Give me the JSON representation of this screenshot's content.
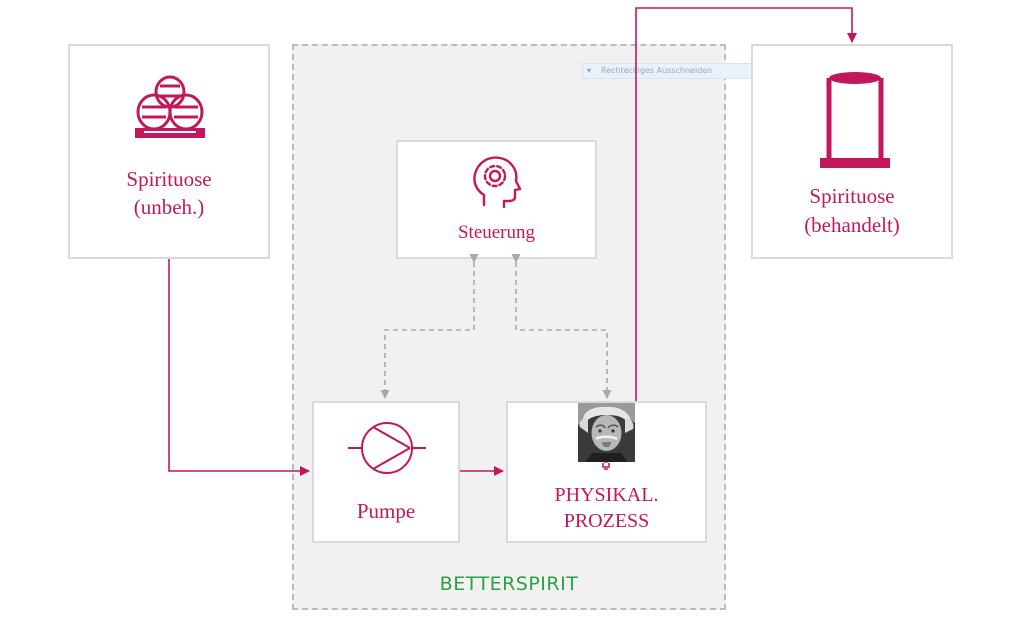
{
  "nodes": {
    "spirit_untreated": {
      "line1": "Spirituose",
      "line2": "(unbeh.)",
      "icon": "barrels-icon"
    },
    "control": {
      "label": "Steuerung",
      "icon": "brain-gear-icon"
    },
    "spirit_treated": {
      "line1": "Spirituose",
      "line2": "(behandelt)",
      "icon": "vessel-icon"
    },
    "pump": {
      "label": "Pumpe",
      "icon": "pump-symbol-icon"
    },
    "process": {
      "line1": "PHYSIKAL.",
      "line2": "PROZESS",
      "icon": "einstein-portrait"
    }
  },
  "group": {
    "label": "BETTERSPIRIT"
  },
  "tooltip": {
    "text": "Rechteckiges Ausschneiden"
  },
  "colors": {
    "accent": "#c2185b",
    "group_label": "#2e9e47",
    "dashed_arrow": "#aaaaaa",
    "box_border": "#dadada"
  }
}
